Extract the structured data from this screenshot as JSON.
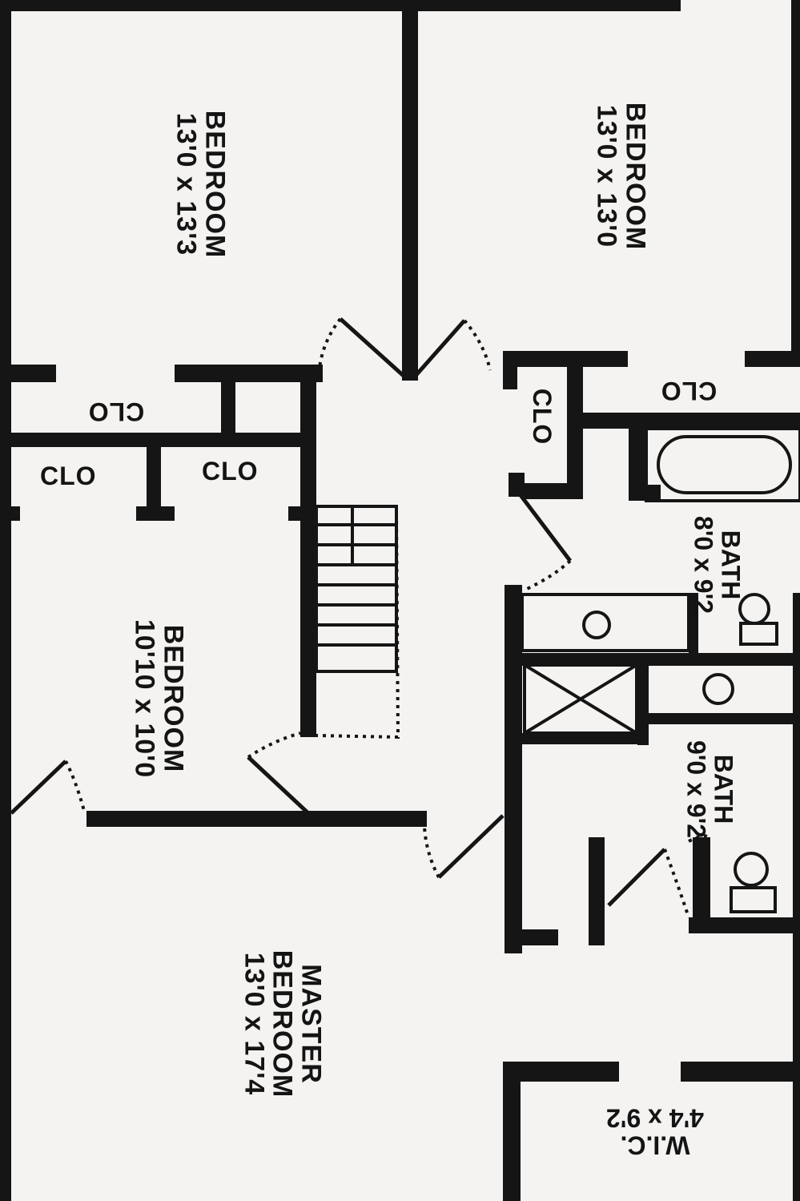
{
  "rooms": {
    "bedroom_nw": {
      "name": "BEDROOM",
      "size": "13'0 x 13'3"
    },
    "bedroom_ne": {
      "name": "BEDROOM",
      "size": "13'0 x 13'0"
    },
    "bedroom_w": {
      "name": "BEDROOM",
      "size": "10'10 x 10'0"
    },
    "master": {
      "name1": "MASTER",
      "name2": "BEDROOM",
      "size": "13'0 x 17'4"
    },
    "bath_upper": {
      "name": "BATH",
      "size": "8'0 x 9'2"
    },
    "bath_lower": {
      "name": "BATH",
      "size": "9'0 x 9'2"
    },
    "wic": {
      "name": "W.I.C.",
      "size": "4'4 x 9'2"
    }
  },
  "closets": {
    "top_left": "CLO",
    "mid_left": "CLO",
    "mid_center": "CLO",
    "center_right": "CLO",
    "top_right": "CLO"
  }
}
